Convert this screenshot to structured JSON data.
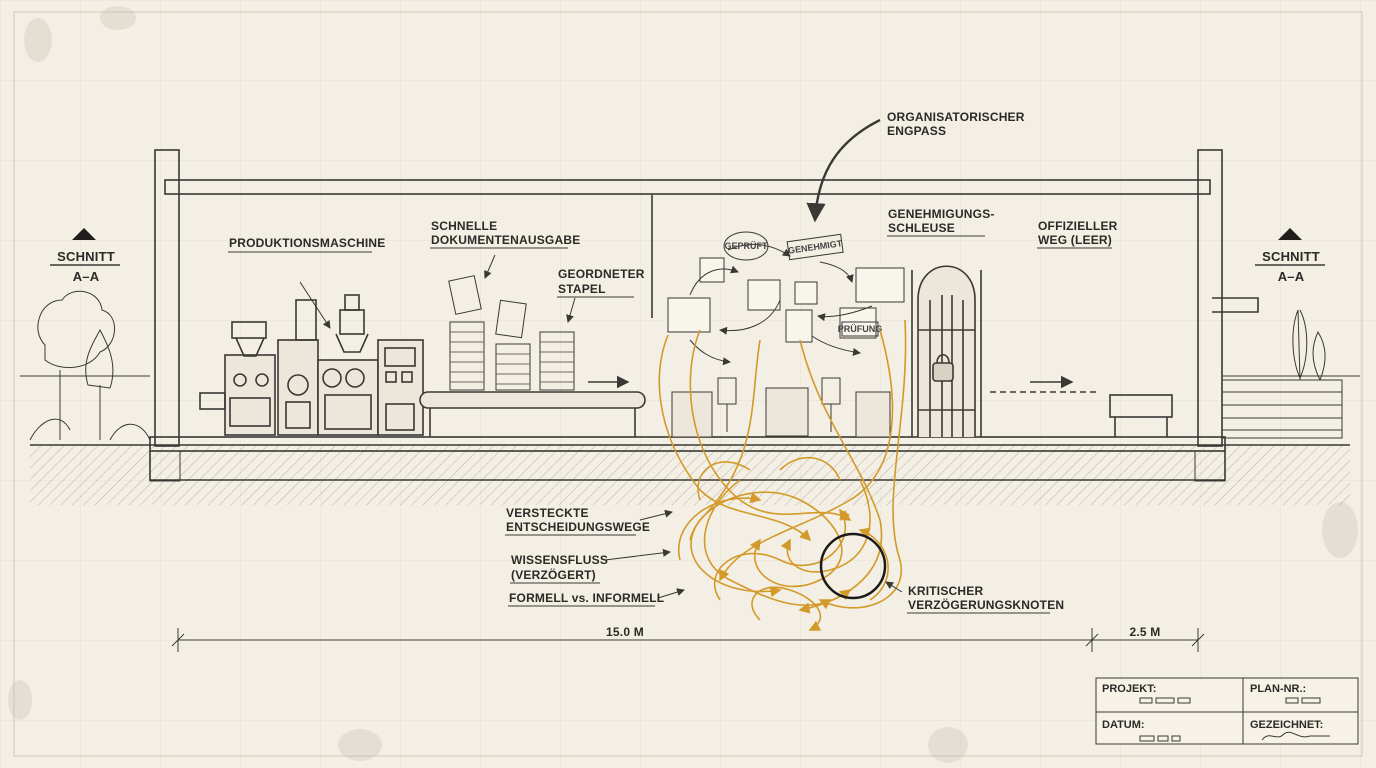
{
  "sections": {
    "left": {
      "title": "SCHNITT",
      "sub": "A–A"
    },
    "right": {
      "title": "SCHNITT",
      "sub": "A–A"
    }
  },
  "labels": {
    "machine": "PRODUKTIONSMASCHINE",
    "output_1": "SCHNELLE",
    "output_2": "DOKUMENTENAUSGABE",
    "stack_1": "GEORDNETER",
    "stack_2": "STAPEL",
    "bottleneck_1": "ORGANISATORISCHER",
    "bottleneck_2": "ENGPASS",
    "gate_1": "GENEHMIGUNGS-",
    "gate_2": "SCHLEUSE",
    "official_1": "OFFIZIELLER",
    "official_2": "WEG (LEER)",
    "hidden_1": "VERSTECKTE",
    "hidden_2": "ENTSCHEIDUNGSWEGE",
    "knowledge_1": "WISSENSFLUSS",
    "knowledge_2": "(VERZÖGERT)",
    "formal": "FORMELL vs. INFORMELL",
    "critical_1": "KRITISCHER",
    "critical_2": "VERZÖGERUNGSKNOTEN"
  },
  "stamps": {
    "geprueft": "GEPRÜFT",
    "genehmigt": "GENEHMIGT",
    "pruefung": "PRÜFUNG"
  },
  "dimensions": {
    "main": "15.0 M",
    "side": "2.5 M"
  },
  "title_block": {
    "projekt": "PROJEKT:",
    "plan_nr": "PLAN-NR.:",
    "datum": "DATUM:",
    "gezeichnet": "GEZEICHNET:"
  },
  "colors": {
    "paper": "#f3efe4",
    "ink": "#3a3835",
    "flow": "#d39a2a",
    "knot": "#1b1a18"
  }
}
